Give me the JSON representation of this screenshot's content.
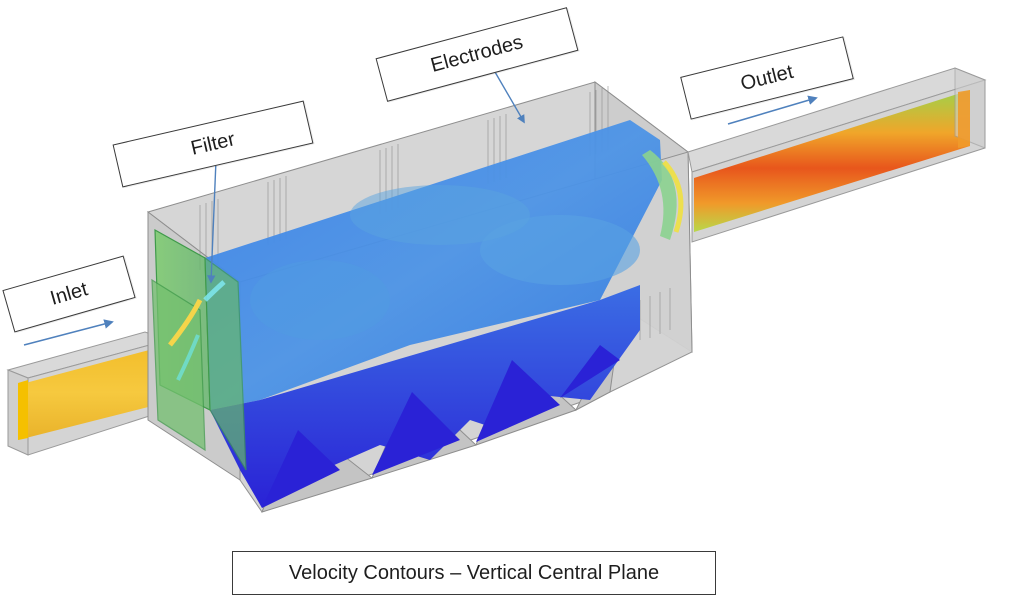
{
  "labels": {
    "inlet": "Inlet",
    "filter": "Filter",
    "electrodes": "Electrodes",
    "outlet": "Outlet"
  },
  "caption": "Velocity Contours – Vertical Central Plane",
  "colors": {
    "duct_yellow": "#f5c000",
    "outlet_red": "#e8561c",
    "filter_green": "#6dc06a",
    "velocity_blue": "#2f6fe8",
    "velocity_deep_blue": "#2a20d8",
    "casing_gray": "#c9c9c9",
    "arrow_blue": "#4f81bd"
  },
  "icons": [
    "flow-arrow-icon"
  ]
}
